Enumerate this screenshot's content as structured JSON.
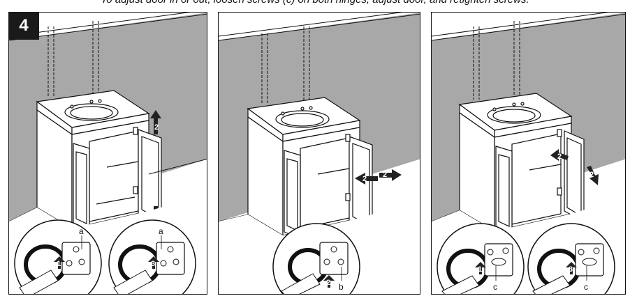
{
  "caption": "To adjust door in or out, loosen screws (c) on both hinges, adjust door, and retighten screws.",
  "step_number": "4",
  "callouts": {
    "panel1_left": "a",
    "panel1_right": "a",
    "panel2": "b",
    "panel3_left": "c",
    "panel3_right": "c"
  },
  "arrow_numbers": {
    "loosen": "1",
    "adjust": "2",
    "tighten": "3"
  },
  "colors": {
    "wall": "#a8a8a8",
    "line": "#111111",
    "floor": "#ffffff"
  }
}
